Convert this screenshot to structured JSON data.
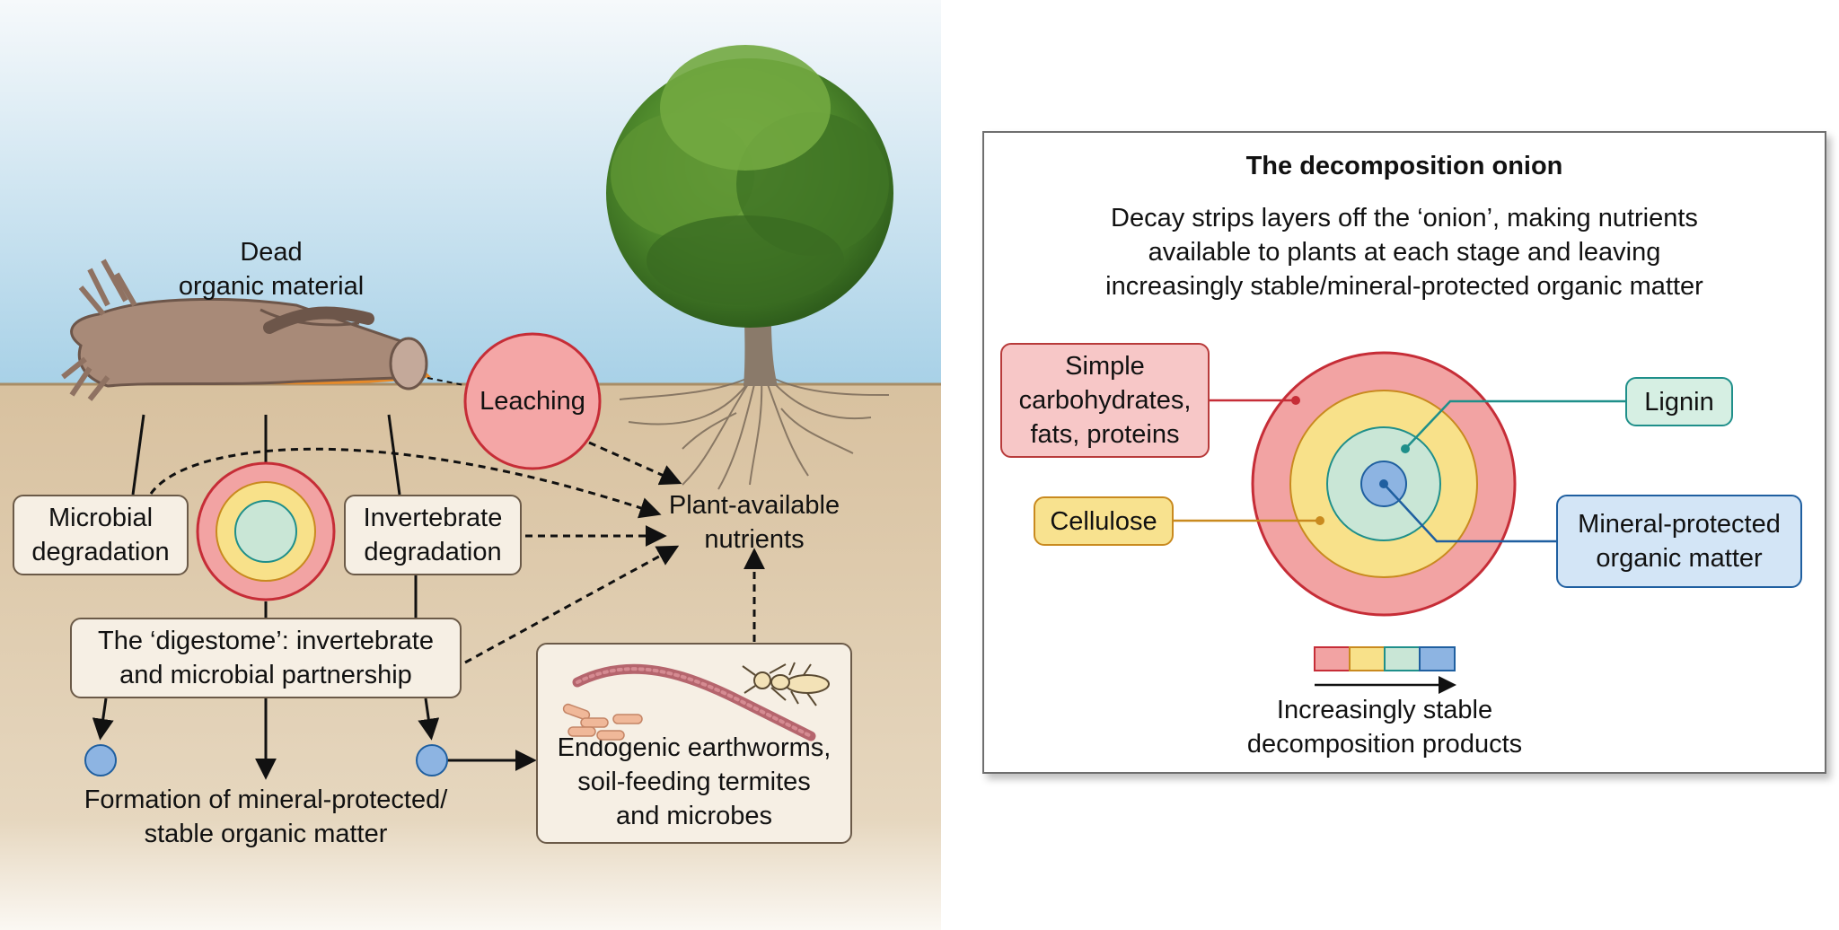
{
  "scene": {
    "dead_material_label": [
      "Dead",
      "organic material"
    ],
    "leaching_label": "Leaching",
    "plant_nutrients_label": [
      "Plant-available",
      "nutrients"
    ],
    "microbial_box": [
      "Microbial",
      "degradation"
    ],
    "invertebrate_box": [
      "Invertebrate",
      "degradation"
    ],
    "digestome_box": [
      "The ‘digestome’: invertebrate",
      "and microbial partnership"
    ],
    "formation_label": [
      "Formation of mineral-protected/",
      "stable organic matter"
    ],
    "endogenic_box": [
      "Endogenic earthworms,",
      "soil-feeding termites",
      "and microbes"
    ]
  },
  "onion_panel": {
    "title": "The decomposition onion",
    "description": [
      "Decay strips layers off the ‘onion’, making nutrients",
      "available to plants at each stage and leaving",
      "increasingly stable/mineral-protected organic matter"
    ],
    "labels": {
      "simple": [
        "Simple",
        "carbohydrates,",
        "fats, proteins"
      ],
      "cellulose": "Cellulose",
      "lignin": "Lignin",
      "mineral": [
        "Mineral-protected",
        "organic matter"
      ]
    },
    "scale_caption": [
      "Increasingly stable",
      "decomposition products"
    ]
  },
  "colors": {
    "onion_outer": "#f2a3a3",
    "onion_outer_stroke": "#c62d37",
    "onion_yellow": "#f8e18a",
    "onion_green": "#c9e6d6",
    "onion_blue": "#8db4e2",
    "sky_top": "#f3f7fa",
    "sky_bottom": "#a9d2e8",
    "soil": "#dcc8a8"
  }
}
